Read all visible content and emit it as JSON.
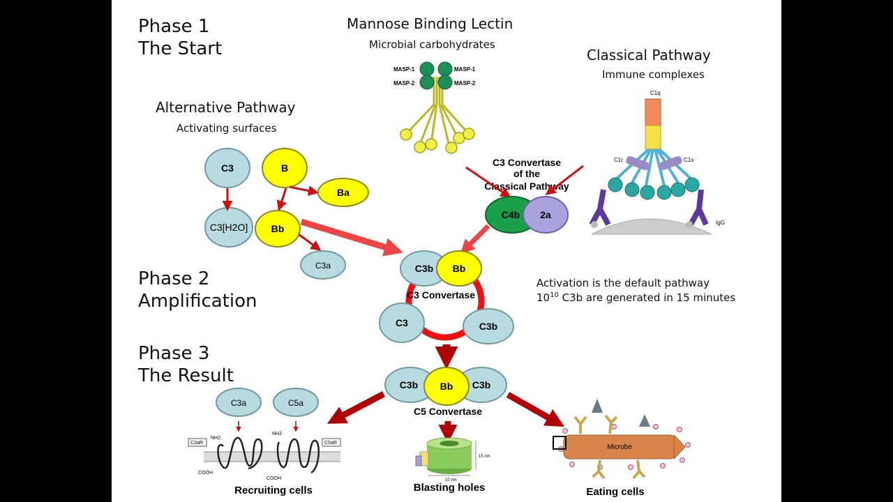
{
  "phases": {
    "p1_line1": "Phase 1",
    "p1_line2": "The Start",
    "p2_line1": "Phase 2",
    "p2_line2": "Amplification",
    "p3_line1": "Phase 3",
    "p3_line2": "The Result"
  },
  "pathways": {
    "mbl_title": "Mannose Binding Lectin",
    "mbl_sub": "Microbial carbohydrates",
    "classical_title": "Classical Pathway",
    "classical_sub": "Immune complexes",
    "alt_title": "Alternative Pathway",
    "alt_sub": "Activating surfaces"
  },
  "molecules": {
    "c3": "C3",
    "b": "B",
    "ba": "Ba",
    "c3h2o": "C3[H2O]",
    "bb": "Bb",
    "c3a": "C3a",
    "c4b": "C4b",
    "c2a": "2a",
    "c3b": "C3b",
    "c5a": "C5a"
  },
  "labels": {
    "classical_conv_1": "C3 Convertase",
    "classical_conv_2": "of the",
    "classical_conv_3": "Classical Pathway",
    "c3_convertase": "C3 Convertase",
    "c5_convertase": "C5 Convertase",
    "recruiting": "Recruiting cells",
    "blasting": "Blasting holes",
    "eating": "Eating cells",
    "masp1": "MASP-1",
    "masp2": "MASP-2",
    "c1q": "C1q",
    "c1r": "C1r",
    "c1s": "C1s",
    "igg": "IgG",
    "microbe": "Microbe",
    "c3ar": "C3aR",
    "c5ar": "C5aR",
    "nh2": "NH2",
    "cooh": "COOH",
    "nm15": "15 nm",
    "nm10": "10 nm"
  },
  "notes": {
    "line1": "Activation is the default pathway",
    "line2_base": "10",
    "line2_exp": "10",
    "line2_rest": " C3b are generated in 15 minutes"
  },
  "colors": {
    "light_blue": "#b7dbe0",
    "yellow": "#ffff00",
    "green": "#1aa04a",
    "lavender": "#a9a2dd",
    "arrow_red": "#cc1111",
    "dark_red": "#b00000",
    "mbl_green": "#1e8f5a",
    "mbl_yellow": "#f0f04a",
    "microbe_orange": "#d9844a"
  }
}
